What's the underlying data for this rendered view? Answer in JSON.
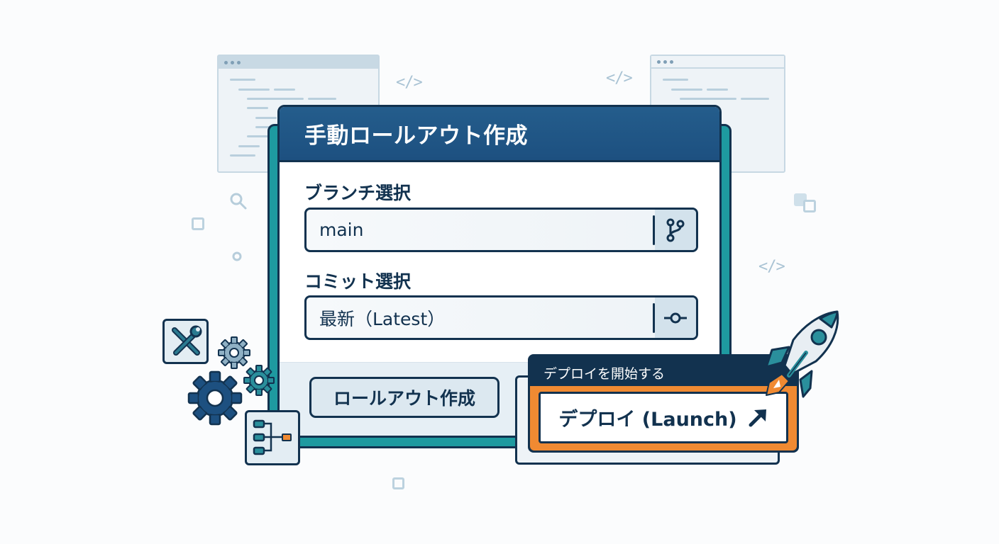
{
  "dialog": {
    "title": "手動ロールアウト作成",
    "branch": {
      "label": "ブランチ選択",
      "value": "main",
      "icon": "git-branch-icon"
    },
    "commit": {
      "label": "コミット選択",
      "value": "最新（Latest）",
      "icon": "git-commit-icon"
    },
    "create_button_label": "ロールアウト作成"
  },
  "deploy": {
    "caption": "デプロイを開始する",
    "button_label": "デプロイ (Launch)",
    "button_icon": "arrow-up-right-icon"
  },
  "decorations": {
    "code_glyph": "</>",
    "icons": [
      "tools-icon",
      "gear-icon",
      "flowchart-icon",
      "rocket-icon",
      "search-icon",
      "browser-window-icon"
    ]
  },
  "colors": {
    "navy": "#12324f",
    "header_blue": "#1d5080",
    "teal": "#1e9aa0",
    "orange": "#f08a32",
    "light_bg": "#e6eff5"
  }
}
